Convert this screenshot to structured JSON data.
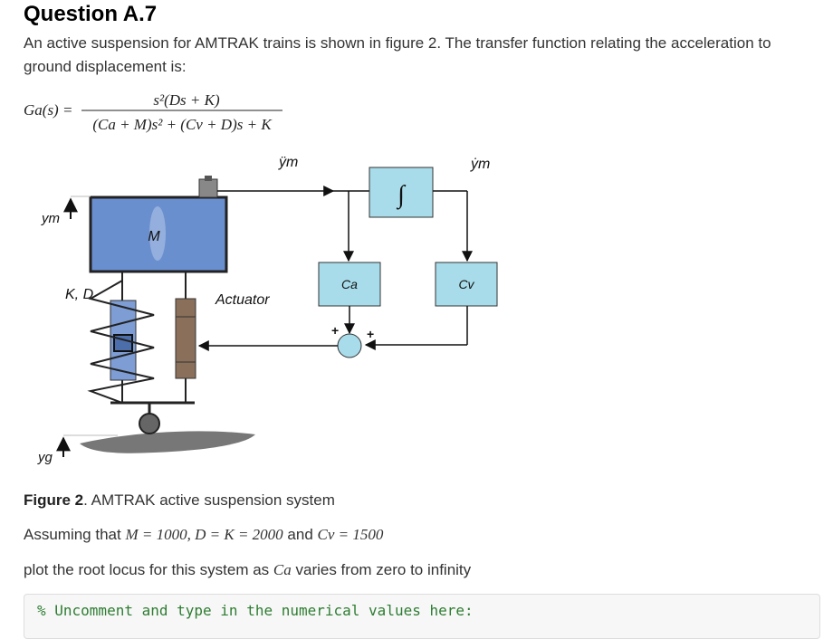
{
  "title": "Question A.7",
  "intro": "An active suspension for AMTRAK trains is shown in figure 2. The transfer function relating the acceleration to ground displacement is:",
  "formula": {
    "lhs": "Ga(s) =",
    "numerator": "s²(Ds + K)",
    "denominator": "(Ca + M)s² + (Cv + D)s + K"
  },
  "figure": {
    "labels": {
      "ym_accel": "ÿm",
      "ym_vel": "ẏm",
      "ym": "ym",
      "mass": "M",
      "kd": "K, D",
      "actuator": "Actuator",
      "ca": "Ca",
      "cv": "Cv",
      "yg": "yg",
      "integral": "∫",
      "plus1": "+",
      "plus2": "+"
    },
    "colors": {
      "mass_fill": "#6a8fcf",
      "block_fill": "#a8dcea",
      "damper_fill": "#8a6f5a",
      "spring_body": "#7d9dd4",
      "sum_fill": "#a8dcea",
      "ground": "#888888"
    }
  },
  "caption": {
    "label": "Figure 2",
    "text": ". AMTRAK active suspension system"
  },
  "assume": {
    "prefix": "Assuming that",
    "values": "M = 1000,  D = K = 2000",
    "and": "and",
    "cv": "Cv = 1500"
  },
  "plot": {
    "prefix": "plot the root locus for this system as",
    "var": "Ca",
    "suffix": "varies from zero to infinity"
  },
  "code": {
    "comment": "% Uncomment and type in the numerical values here:"
  }
}
